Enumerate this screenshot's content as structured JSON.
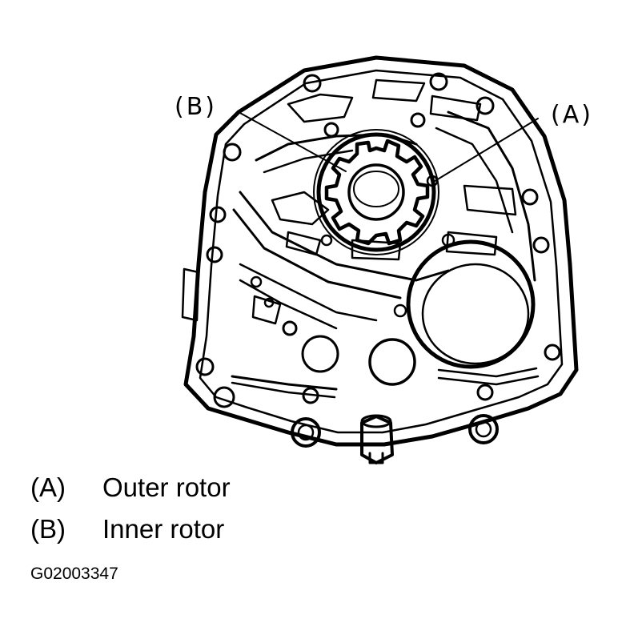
{
  "callouts": {
    "b": "(B)",
    "a": "(A)"
  },
  "legend": [
    {
      "key": "(A)",
      "text": "Outer rotor"
    },
    {
      "key": "(B)",
      "text": "Inner rotor"
    }
  ],
  "figure_id": "G02003347"
}
